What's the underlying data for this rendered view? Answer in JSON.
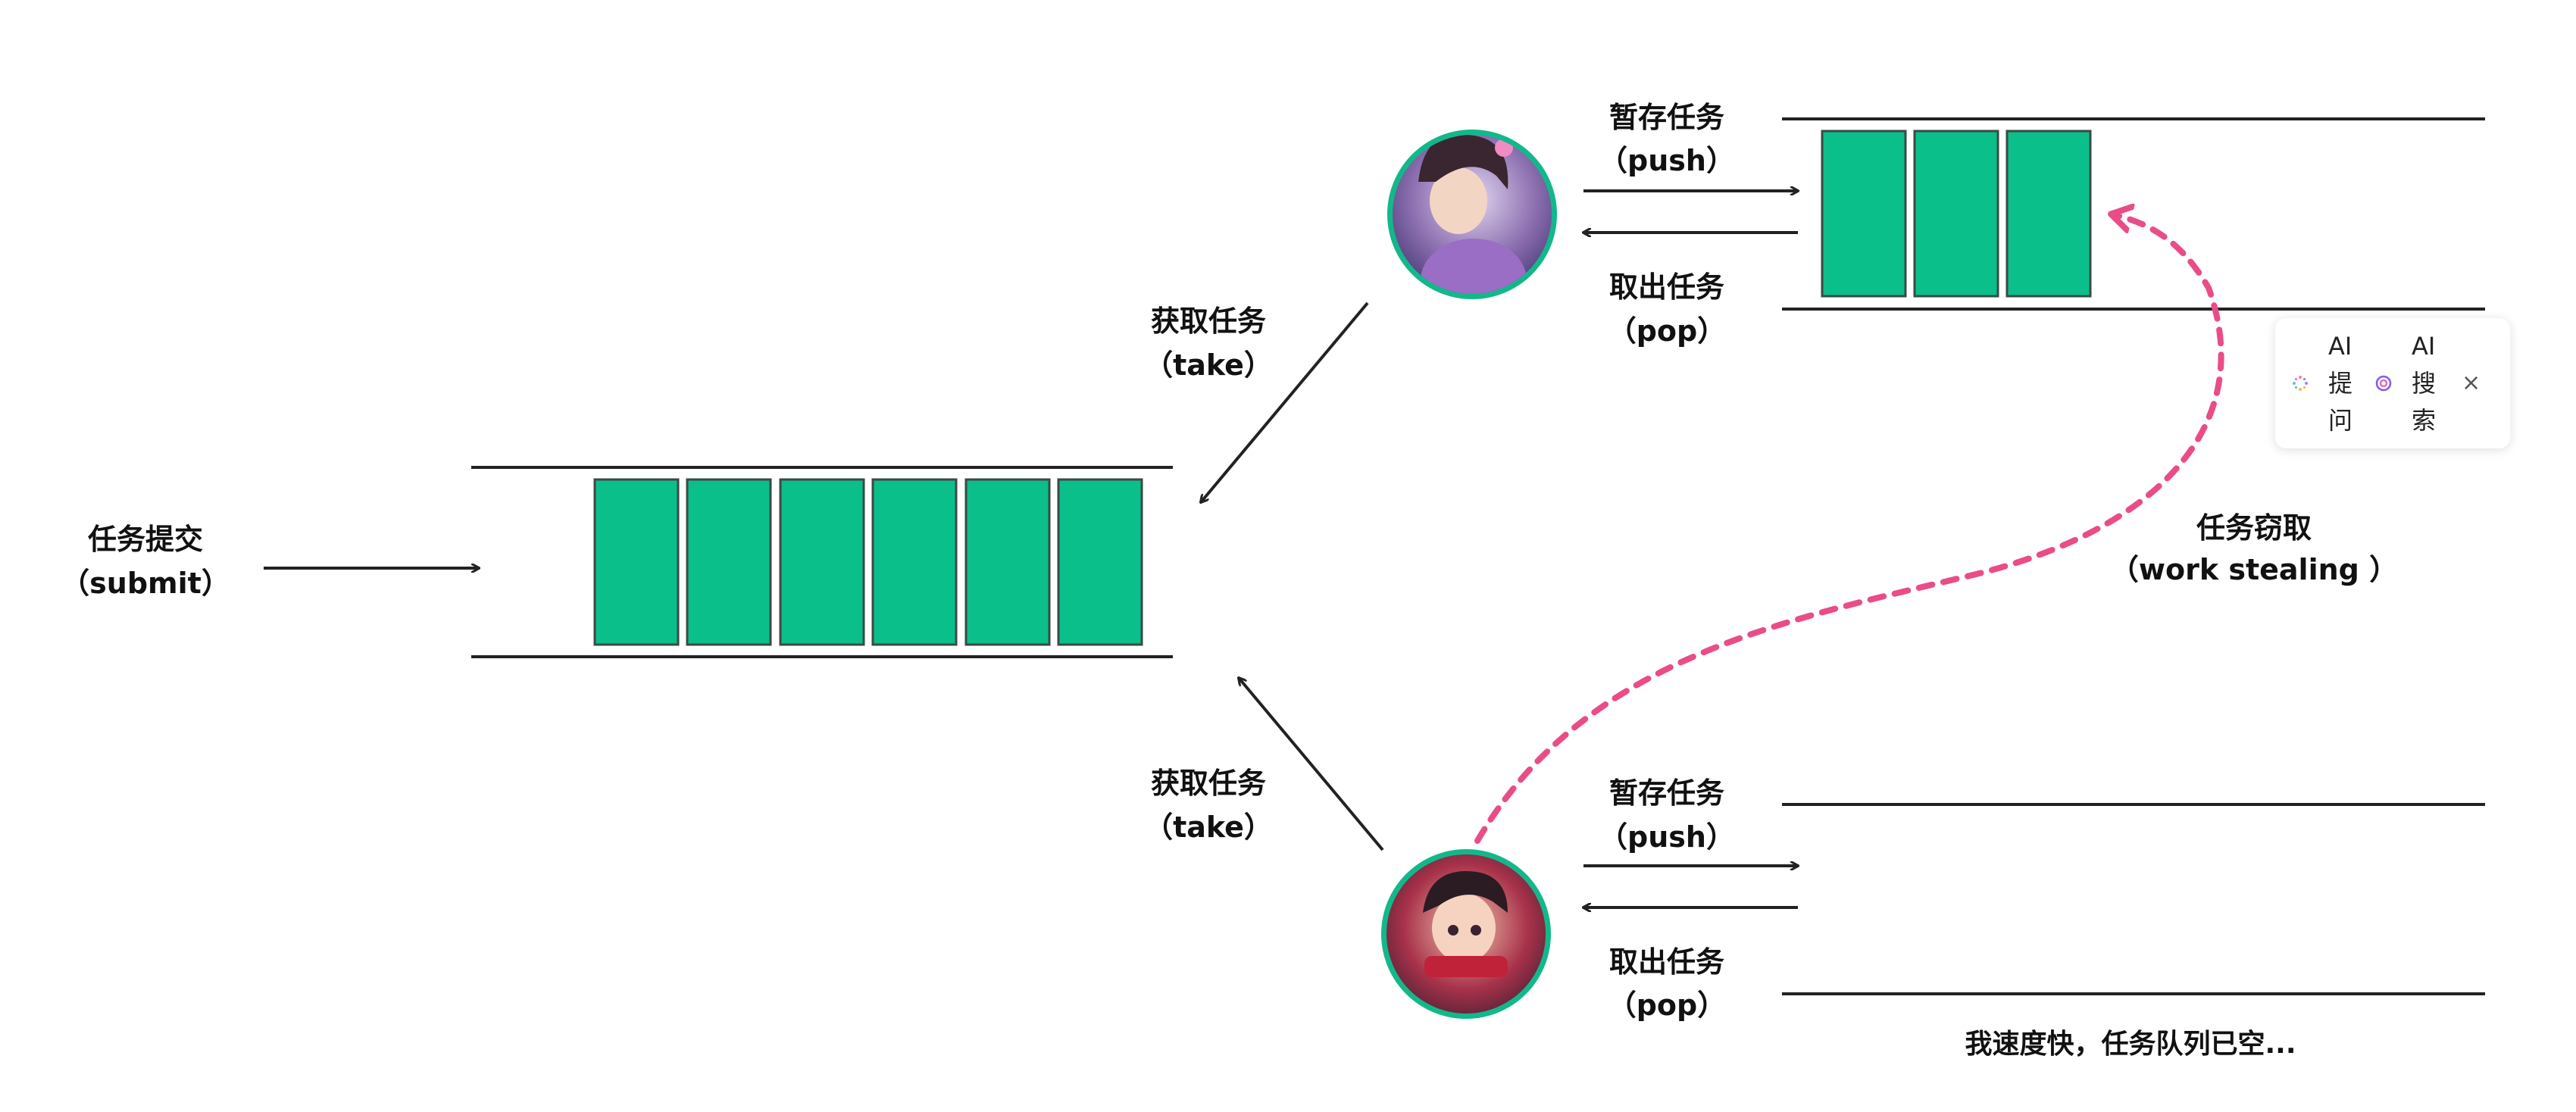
{
  "submit": {
    "zh": "任务提交",
    "en": "（submit）"
  },
  "take_top": {
    "zh": "获取任务",
    "en": "（take）"
  },
  "take_bottom": {
    "zh": "获取任务",
    "en": "（take）"
  },
  "worker1": {
    "push_zh": "暂存任务",
    "push_en": "（push）",
    "pop_zh": "取出任务",
    "pop_en": "（pop）",
    "queued_tasks": 3
  },
  "worker2": {
    "push_zh": "暂存任务",
    "push_en": "（push）",
    "pop_zh": "取出任务",
    "pop_en": "（pop）",
    "queued_tasks": 0,
    "note": "我速度快，任务队列已空..."
  },
  "main_queue": {
    "queued_tasks": 6
  },
  "stealing": {
    "zh": "任务窃取",
    "en": "（work stealing ）"
  },
  "ai_widget": {
    "ask_label": "AI提问",
    "search_label": "AI搜索",
    "close_label": "×"
  },
  "colors": {
    "task": "#0abf8a",
    "task_border": "#3b4a45",
    "avatar_ring": "#13b88a",
    "steal_arrow": "#ea4c88",
    "line": "#222222"
  },
  "icons": {
    "worker1": "female-hero-avatar",
    "worker2": "ninja-girl-avatar"
  }
}
